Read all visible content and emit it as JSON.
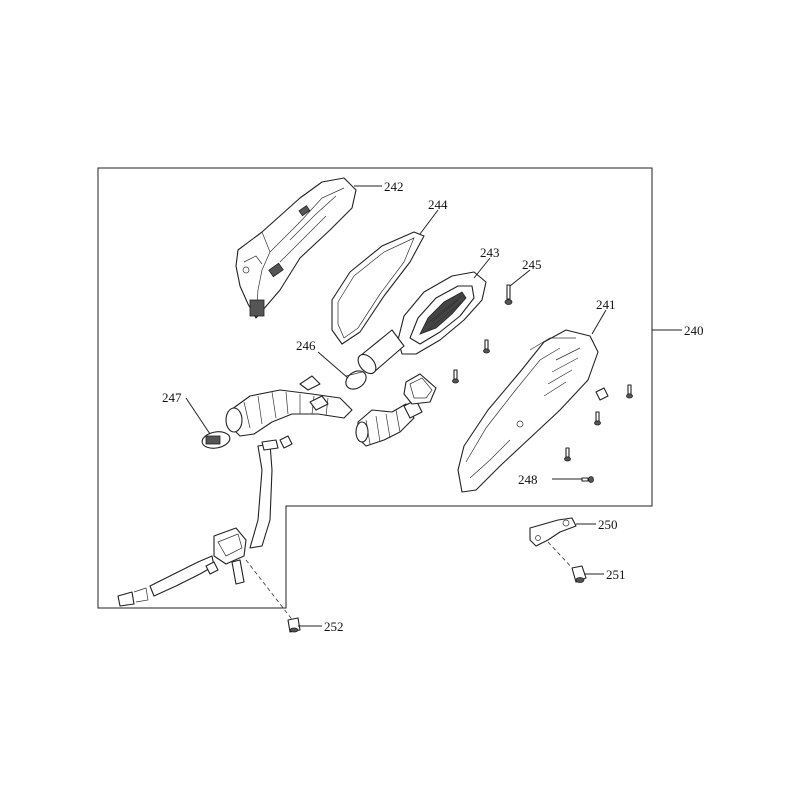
{
  "labels": {
    "l240": "240",
    "l241": "241",
    "l242": "242",
    "l243": "243",
    "l244": "244",
    "l245": "245",
    "l246": "246",
    "l247": "247",
    "l248": "248",
    "l250": "250",
    "l251": "251",
    "l252": "252"
  }
}
